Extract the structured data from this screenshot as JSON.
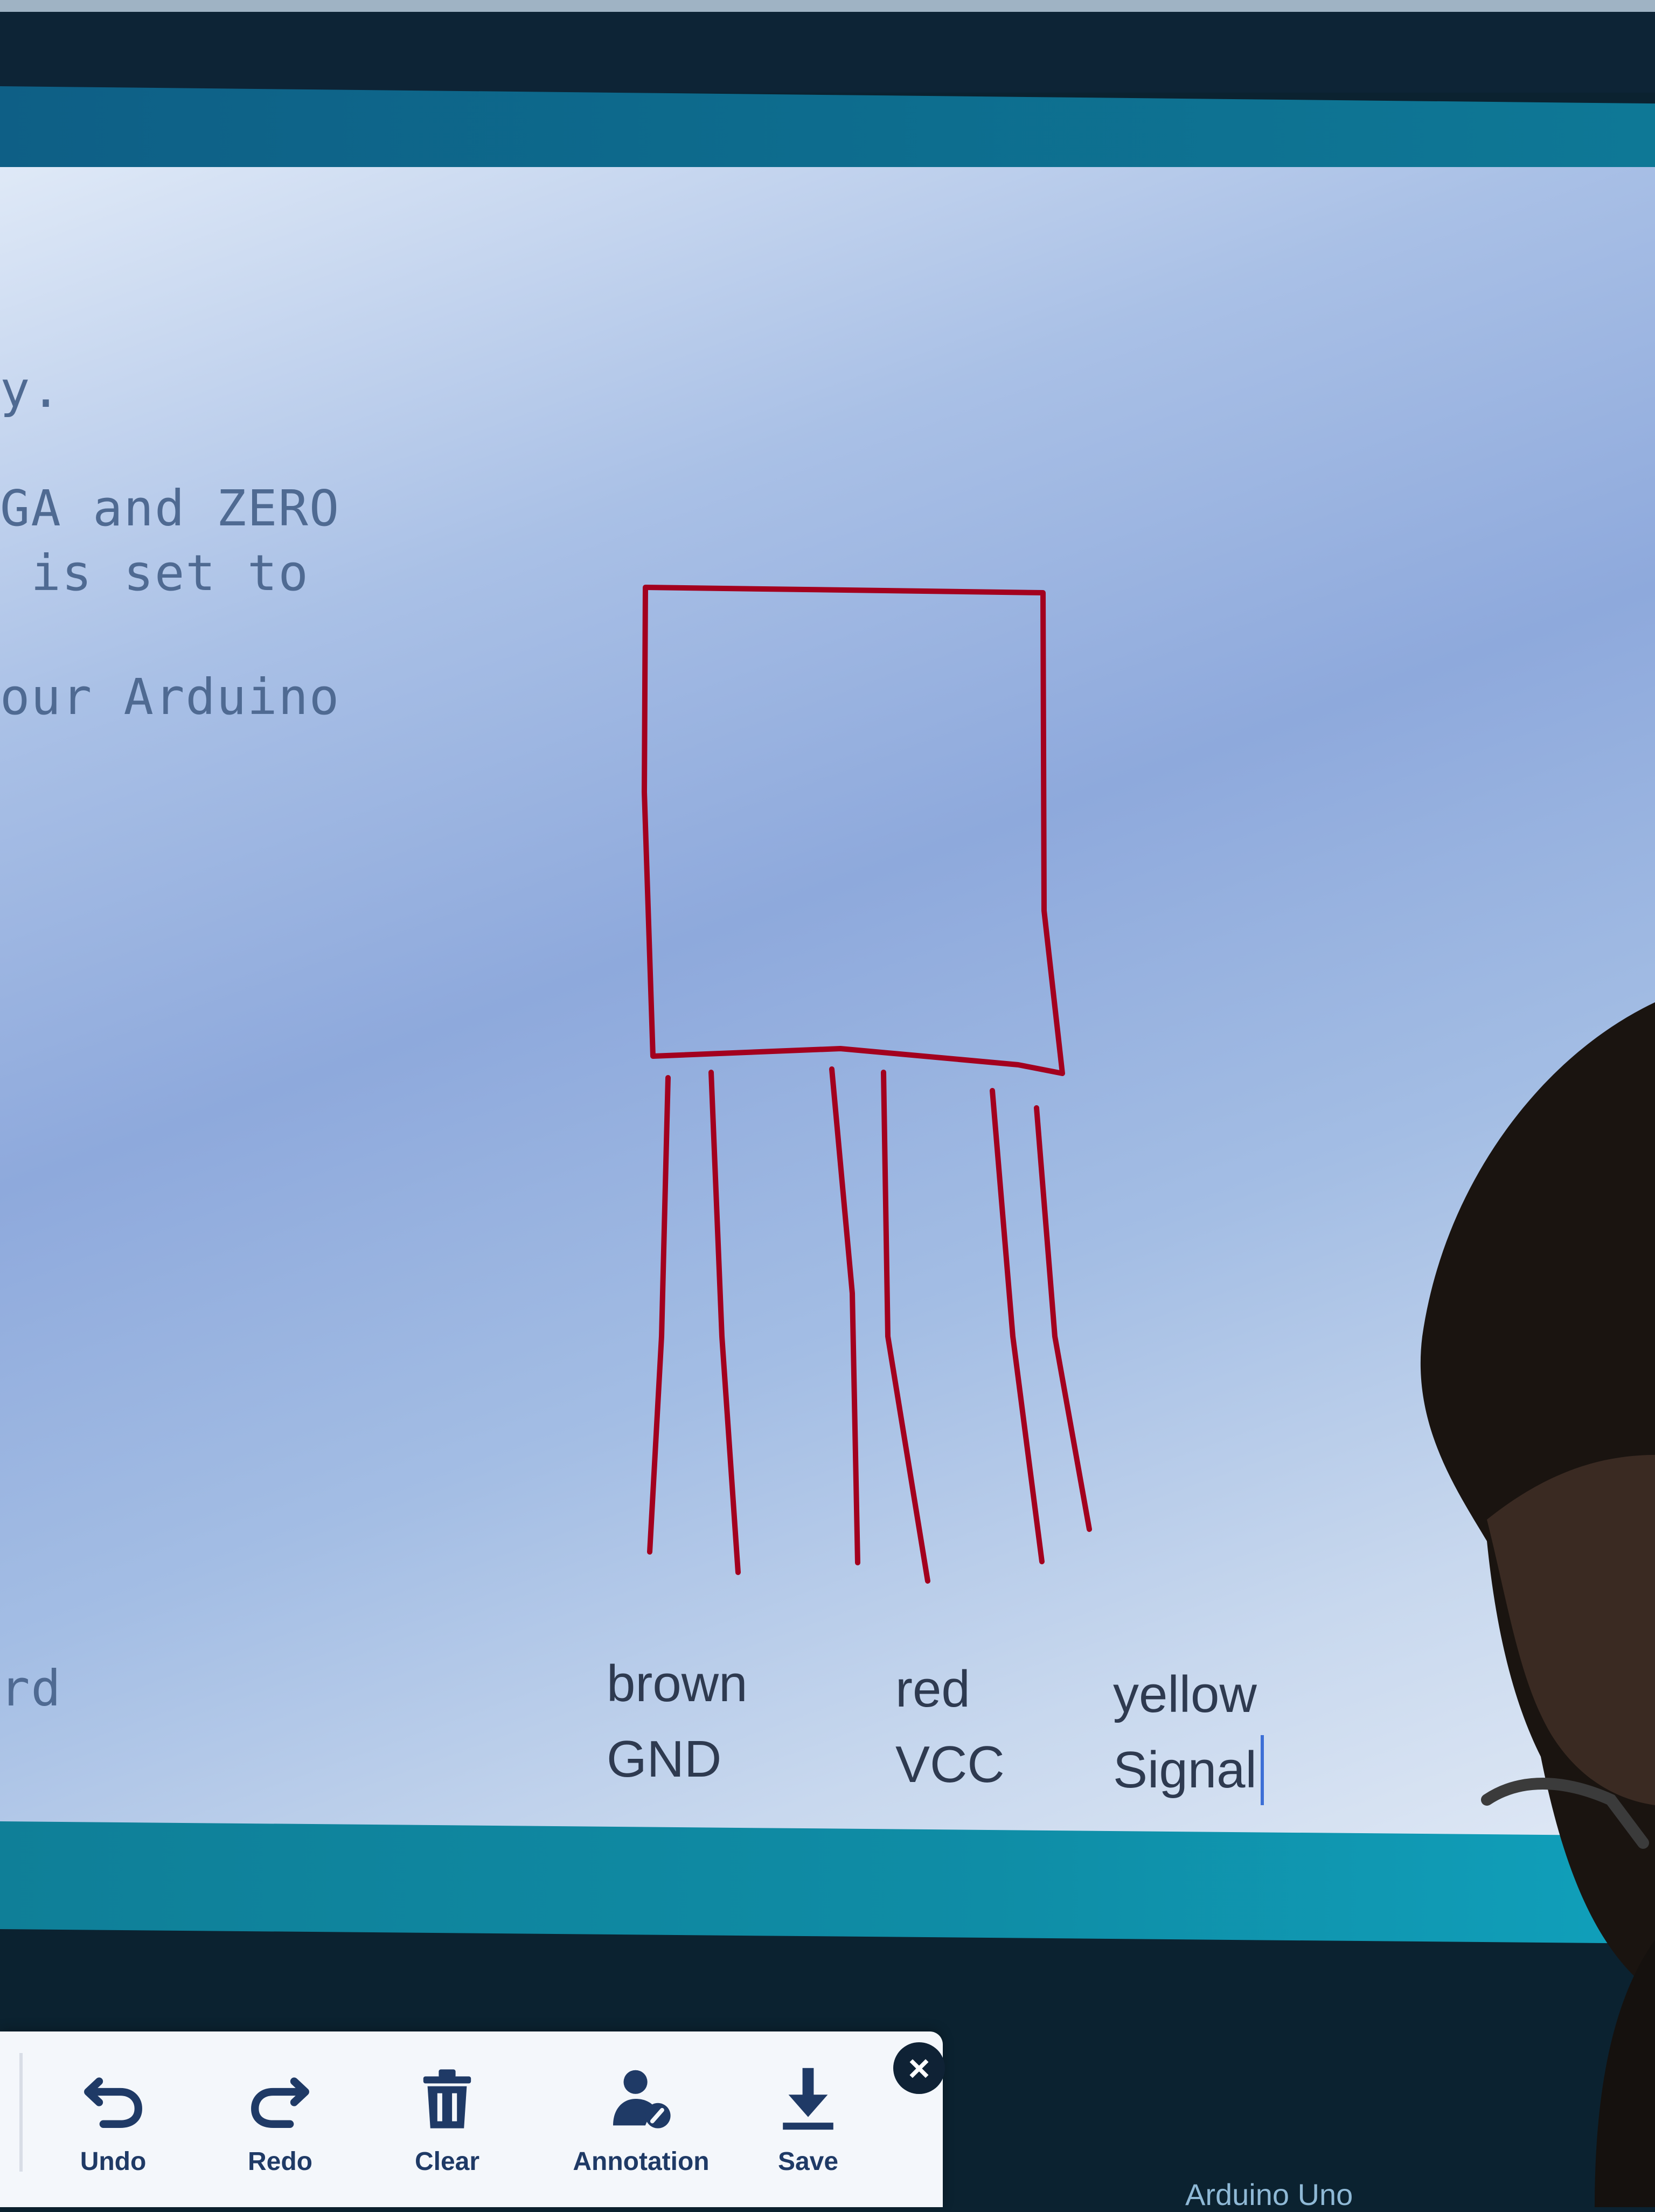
{
  "editor": {
    "code_lines": [
      "y.",
      "GA and ZERO",
      " is set to",
      "our Arduino",
      "rd"
    ]
  },
  "diagram": {
    "labels": [
      {
        "color_name": "brown",
        "pin": "GND"
      },
      {
        "color_name": "red",
        "pin": "VCC"
      },
      {
        "color_name": "yellow",
        "pin": "Signal"
      }
    ],
    "stroke_color": "#a3001e"
  },
  "toolbar": {
    "items": [
      {
        "label": "Undo",
        "icon": "undo-icon"
      },
      {
        "label": "Redo",
        "icon": "redo-icon"
      },
      {
        "label": "Clear",
        "icon": "trash-icon"
      },
      {
        "label": "Annotation",
        "icon": "annotation-icon"
      },
      {
        "label": "Save",
        "icon": "download-icon"
      }
    ],
    "close_icon": "close-icon"
  },
  "status_bar": {
    "text": "Arduino Uno"
  },
  "colors": {
    "accent": "#0e7896",
    "toolbar_text": "#1f3a66",
    "ink": "#a3001e"
  }
}
